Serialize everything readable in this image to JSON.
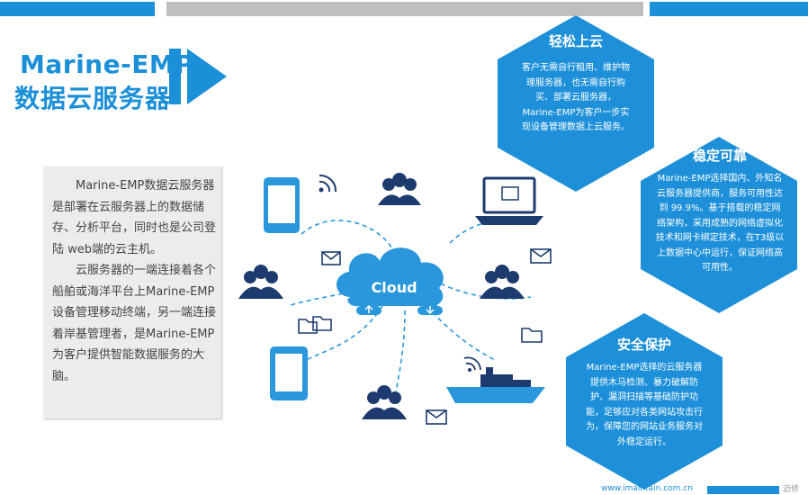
{
  "header": {
    "title_en": "Marine-EMP",
    "title_zh": "数据云服务器"
  },
  "description": {
    "paragraphs": [
      "Marine-EMP数据云服务器是部署在云服务器上的数据储存、分析平台，同时也是公司登陆 web端的云主机。",
      "云服务器的一端连接着各个船舶或海洋平台上Marine-EMP设备管理移动终端，另一端连接着岸基管理者，是Marine-EMP为客户提供智能数据服务的大脑。"
    ]
  },
  "diagram": {
    "center_label": "Cloud"
  },
  "features": [
    {
      "title": "轻松上云",
      "body": "客户无需自行租用、维护物理服务器，也无需自行购买、部署云服务器，Marine-EMP为客户一步实现设备管理数据上云服务。"
    },
    {
      "title": "稳定可靠",
      "body": "Marine-EMP选择国内、外知名云服务器提供商，服务可用性达到 99.9%。基于搭载的稳定网络架构，采用成熟的网络虚拟化技术和网卡绑定技术，在T3级以上数据中心中运行，保证网络高可用性。"
    },
    {
      "title": "安全保护",
      "body": "Marine-EMP选择的云服务器提供木马检测、暴力破解防护、漏洞扫描等基础防护功能，足够应对各类网站攻击行为，保障您的网站业务服务对外稳定运行。"
    }
  ],
  "footer": {
    "url": "www.imaintain.com.cn",
    "mark": "迈修"
  },
  "colors": {
    "accent": "#1b8fd8",
    "gray_bar": "#bfbfbf",
    "desc_bg": "#ececec"
  },
  "icons": [
    "smartphone-icon",
    "wifi-icon",
    "people-icon",
    "laptop-icon",
    "folder-icon",
    "envelope-icon",
    "cloud-icon",
    "upload-icon",
    "download-icon",
    "tablet-icon",
    "ship-icon"
  ]
}
